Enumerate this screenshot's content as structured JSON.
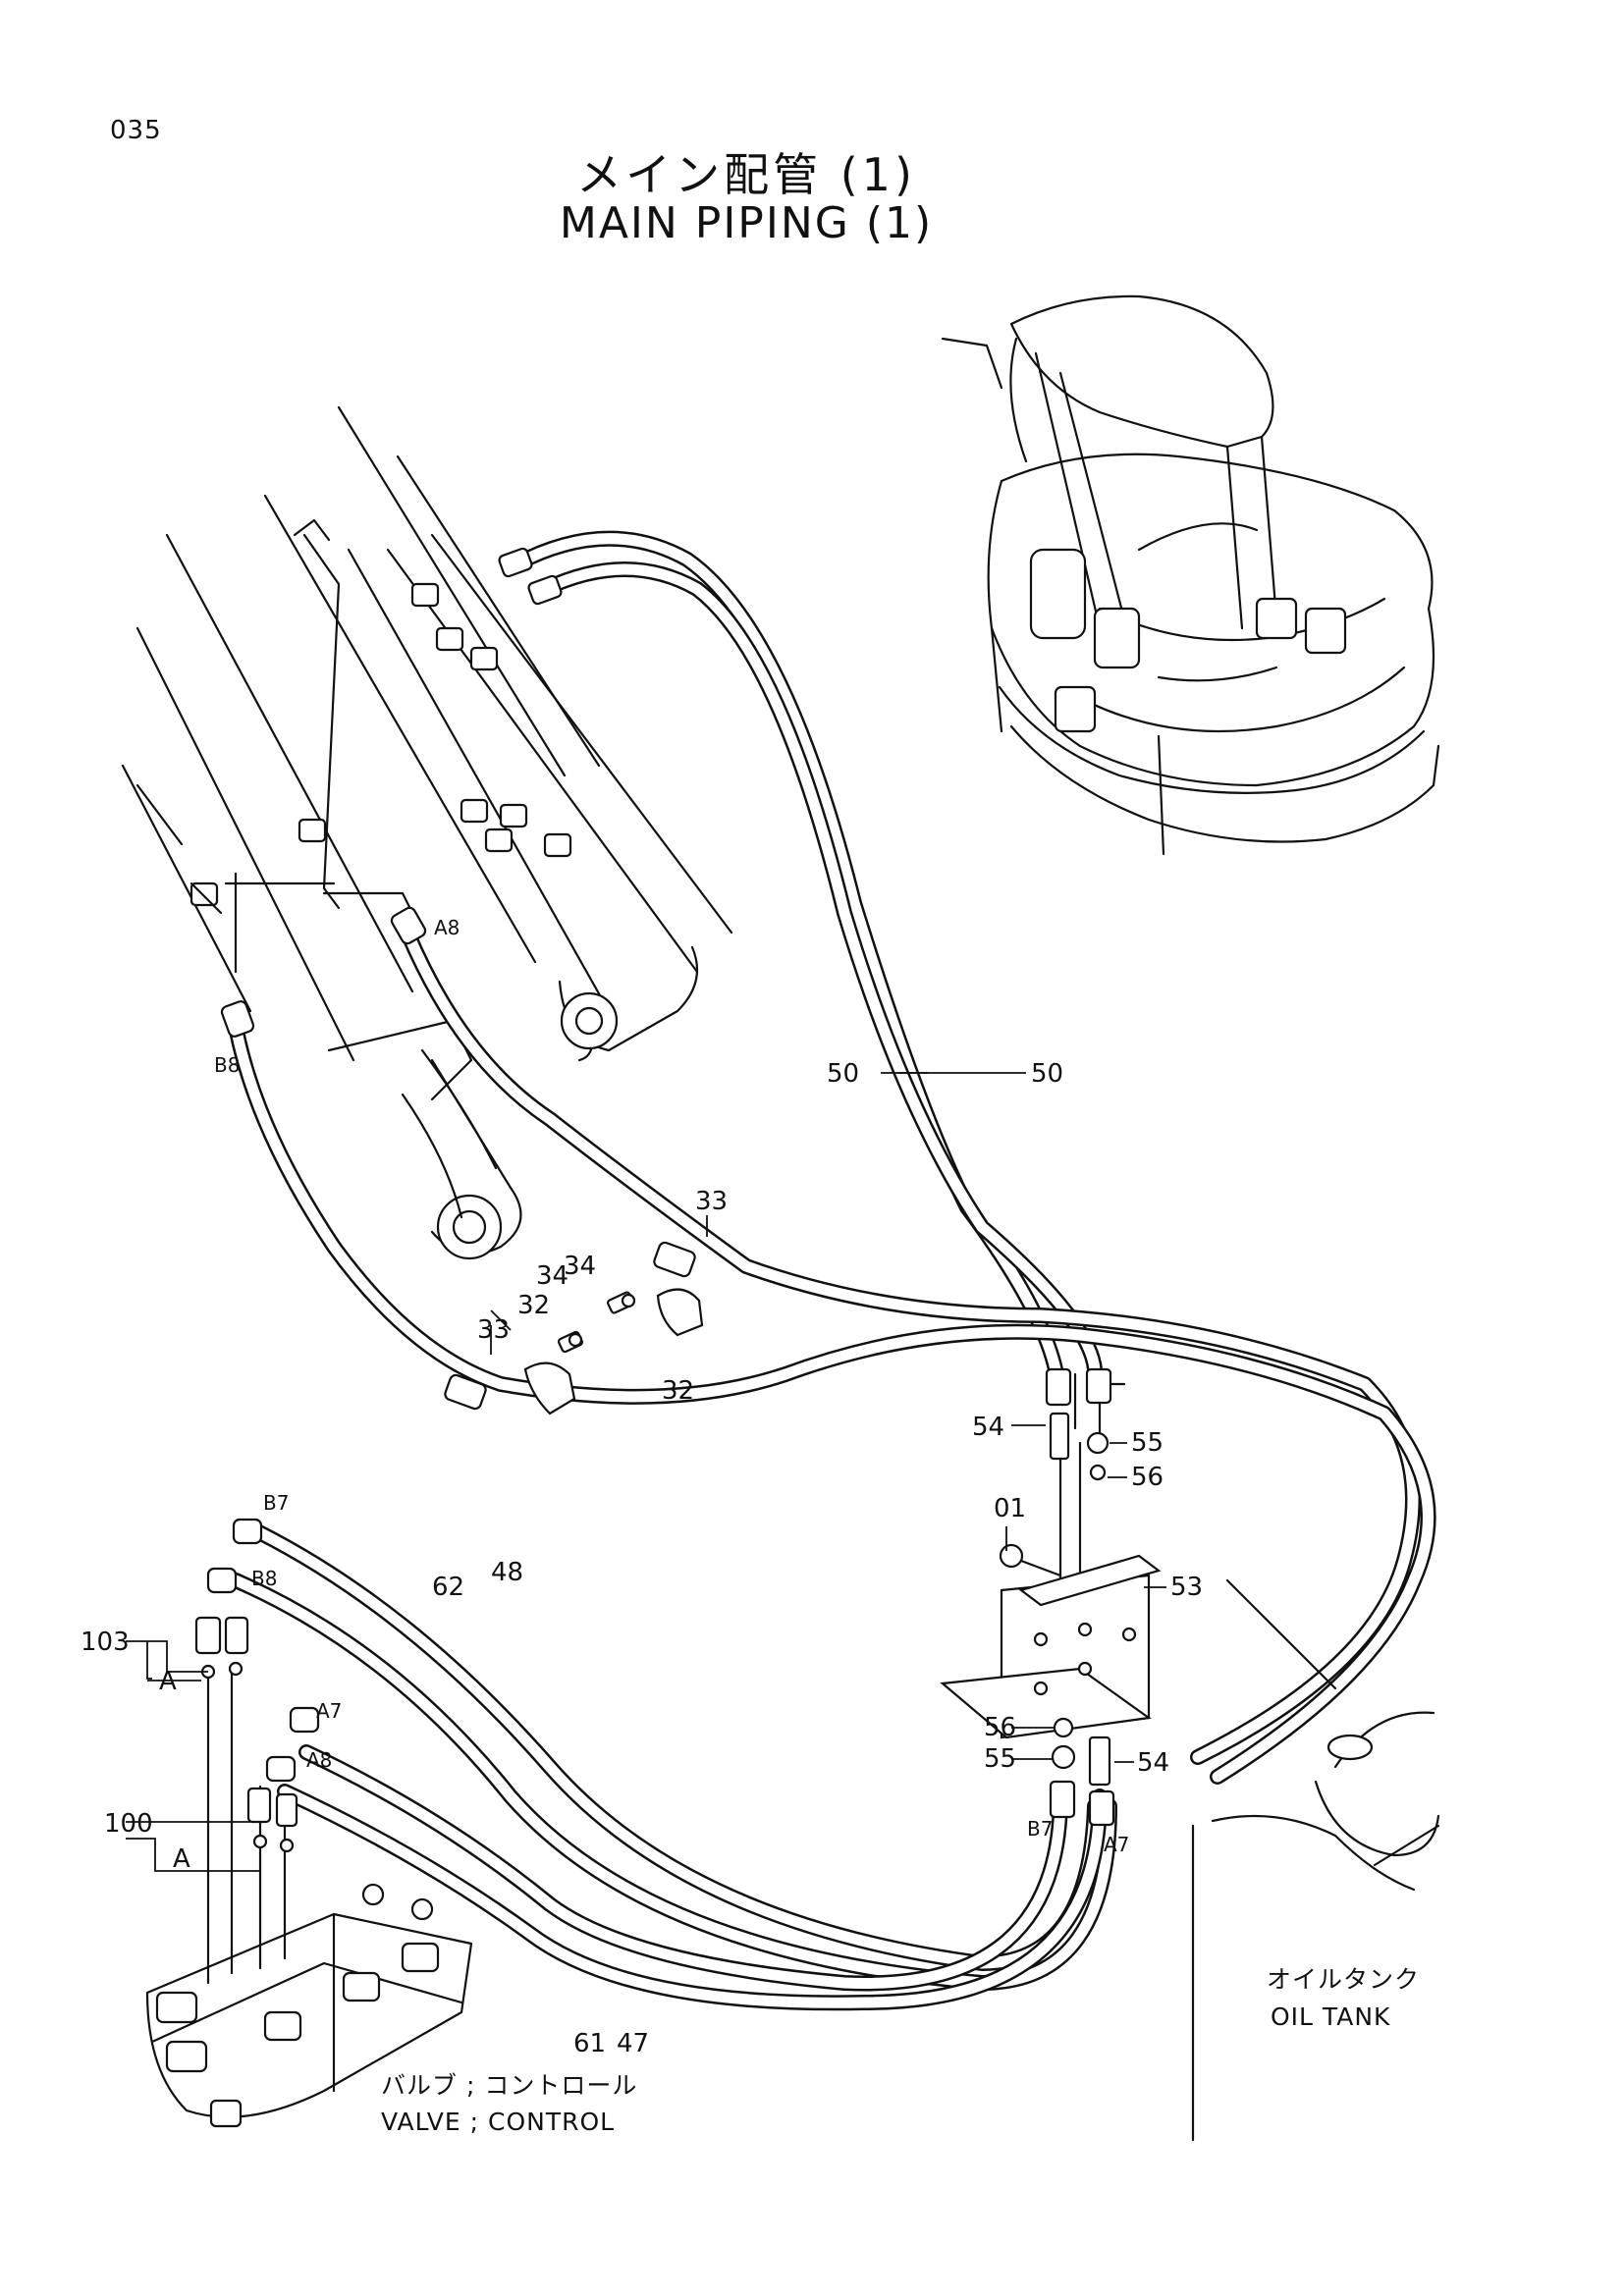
{
  "page_number": "035",
  "title_jp": "メイン配管 (1)",
  "title_en": "MAIN PIPING (1)",
  "callouts": {
    "c50a": "50",
    "c50b": "50",
    "c33a": "33",
    "c33b": "33",
    "c34a": "34",
    "c34b": "34",
    "c32a": "32",
    "c32b": "32",
    "c54a": "54",
    "c54b": "54",
    "c55a": "55",
    "c55b": "55",
    "c56a": "56",
    "c56b": "56",
    "c01": "01",
    "c53": "53",
    "c62": "62",
    "c48": "48",
    "c61": "61",
    "c47": "47",
    "c103": "103",
    "c100": "100",
    "cA1": "A",
    "cA2": "A"
  },
  "port_labels": {
    "a8_boom": "A8",
    "b8_boom": "B8",
    "b7_valve": "B7",
    "b8_valve": "B8",
    "a7_valve": "A7",
    "a8_valve": "A8",
    "b7_tank": "B7",
    "a7_tank": "A7"
  },
  "captions": {
    "oil_tank_jp": "オイルタンク",
    "oil_tank_en": "OIL TANK",
    "valve_jp": "バルブ ; コントロール",
    "valve_en": "VALVE ; CONTROL"
  }
}
